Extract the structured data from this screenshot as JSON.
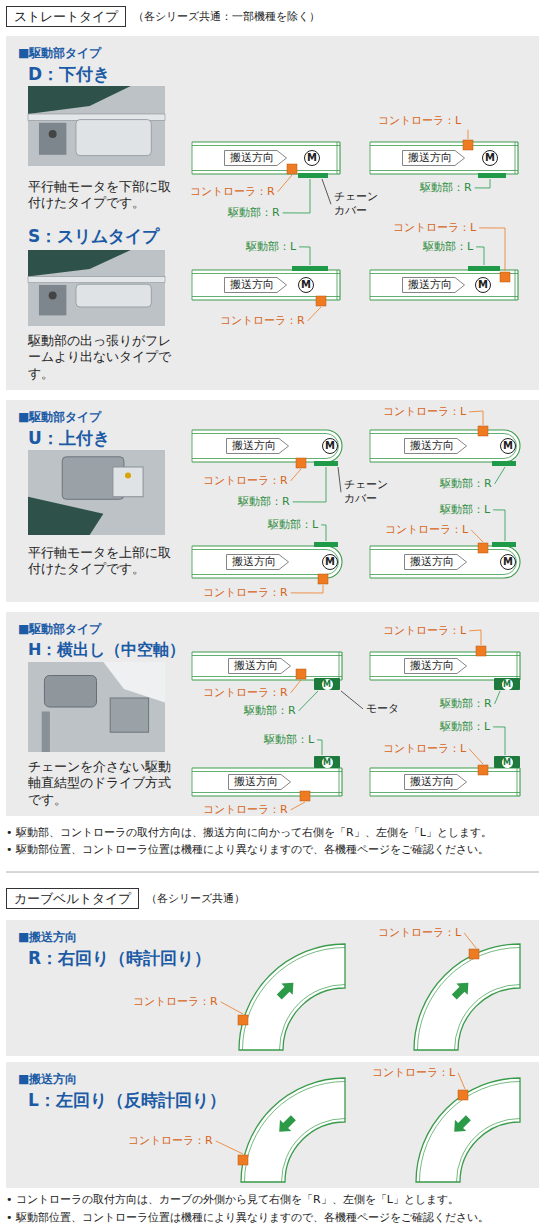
{
  "diagram": {
    "nodes": [
      {
        "text": [
          "ストレートタイプ",
          "（各シリーズ共通：一部機種を除く）"
        ]
      },
      {
        "text": [
          "■駆動部タイプ",
          "D：下付き",
          "平行軸モータを下部に取付けたタイプです。",
          "S：スリムタイプ",
          "駆動部の出っ張りがフレームより出ないタイプです。"
        ]
      },
      {
        "text": [
          "搬送方向"
        ],
        "in": 1
      },
      {
        "text": [
          "M"
        ],
        "in": 1
      },
      {
        "text": [
          "搬送方向"
        ],
        "in": 1
      },
      {
        "text": [
          "M"
        ],
        "in": 1
      },
      {
        "text": [
          "搬送方向"
        ],
        "in": 1
      },
      {
        "text": [
          "M"
        ],
        "in": 1
      },
      {
        "text": [
          "搬送方向"
        ],
        "in": 1
      },
      {
        "text": [
          "M"
        ],
        "in": 1
      },
      {
        "text": [
          "■駆動部タイプ",
          "U：上付き",
          "平行軸モータを上部に取付けたタイプです。"
        ]
      },
      {
        "text": [
          "搬送方向"
        ],
        "in": 10
      },
      {
        "text": [
          "M"
        ],
        "in": 10
      },
      {
        "text": [
          "搬送方向"
        ],
        "in": 10
      },
      {
        "text": [
          "M"
        ],
        "in": 10
      },
      {
        "text": [
          "搬送方向"
        ],
        "in": 10
      },
      {
        "text": [
          "M"
        ],
        "in": 10
      },
      {
        "text": [
          "搬送方向"
        ],
        "in": 10
      },
      {
        "text": [
          "M"
        ],
        "in": 10
      },
      {
        "text": [
          "■駆動部タイプ",
          "H：横出し（中空軸）",
          "チェーンを介さない駆動軸直結型のドライブ方式です。"
        ]
      },
      {
        "text": [
          "搬送方向"
        ],
        "in": 19
      },
      {
        "text": [
          "M"
        ],
        "in": 19
      },
      {
        "text": [
          "搬送方向"
        ],
        "in": 19
      },
      {
        "text": [
          "M"
        ],
        "in": 19
      },
      {
        "text": [
          "搬送方向"
        ],
        "in": 19
      },
      {
        "text": [
          "M"
        ],
        "in": 19
      },
      {
        "text": [
          "搬送方向"
        ],
        "in": 19
      },
      {
        "text": [
          "M"
        ],
        "in": 19
      },
      {
        "text": [
          "カーブベルトタイプ",
          "（各シリーズ共通）"
        ]
      },
      {
        "text": [
          "■搬送方向",
          "R：右回り（時計回り）"
        ]
      },
      {
        "text": [
          "■搬送方向",
          "L：左回り（反時計回り）"
        ]
      }
    ],
    "labels": [
      "コントローラ：R",
      "駆動部：R",
      "チェーン カバー",
      "コントローラ：L",
      "駆動部：R",
      "駆動部：L",
      "コントローラ：R",
      "コントローラ：L",
      "駆動部：L",
      "コントローラ：R",
      "駆動部：R",
      "チェーン カバー",
      "コントローラ：L",
      "駆動部：R",
      "駆動部：L",
      "コントローラ：R",
      "駆動部：L",
      "コントローラ：L",
      "コントローラ：R",
      "駆動部：R",
      "モータ",
      "コントローラ：L",
      "駆動部：R",
      "駆動部：L",
      "コントローラ：R",
      "駆動部：L",
      "コントローラ：L",
      "• 駆動部、コントローラの取付方向は、搬送方向に向かって右側を「R」、左側を「L」とします。",
      "• 駆動部位置、コントローラ位置は機種により異なりますので、各機種ページをご確認ください。",
      "コントローラ：R",
      "コントローラ：L",
      "コントローラ：R",
      "コントローラ：L",
      "• コントローラの取付方向は、カーブの外側から見て右側を「R」、左側を「L」とします。",
      "• 駆動部位置、コントローラ位置は機種により異なりますので、各機種ページをご確認ください。"
    ]
  }
}
